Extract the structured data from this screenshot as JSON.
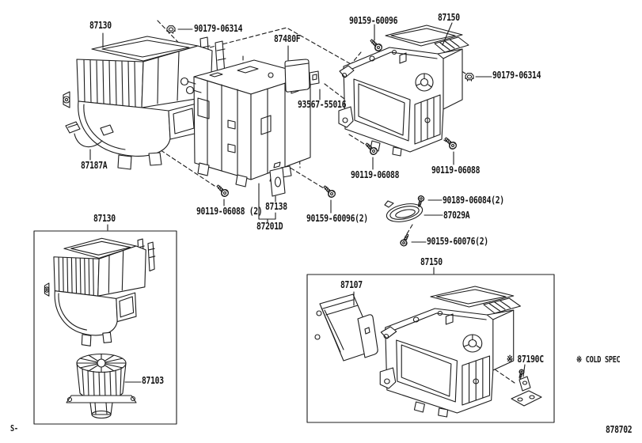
{
  "diagram_type": "exploded-parts-diagram",
  "colors": {
    "line": "#1c1c1c",
    "background": "#ffffff",
    "text": "#151515"
  },
  "callouts": [
    {
      "id": "blower-assembly-main",
      "text": "87130"
    },
    {
      "id": "bolt-top",
      "text": "90179-06314"
    },
    {
      "id": "relay",
      "text": "87480F"
    },
    {
      "id": "screw-case-top",
      "text": "90159-60096"
    },
    {
      "id": "heater-case-main",
      "text": "87150"
    },
    {
      "id": "bolt-right",
      "text": "90179-06314"
    },
    {
      "id": "screw-relay",
      "text": "93567-55016"
    },
    {
      "id": "wire-harness",
      "text": "87187A"
    },
    {
      "id": "screw-case-lower-left",
      "text": "90119-06088"
    },
    {
      "id": "screw-case-lower-right",
      "text": "90119-06088"
    },
    {
      "id": "screw-unit-bottom",
      "text": "90119-06088 (2)"
    },
    {
      "id": "bracket",
      "text": "87138"
    },
    {
      "id": "heater-unit-subassembly",
      "text": "87201D"
    },
    {
      "id": "screw-unit-right",
      "text": "90159-60096(2)"
    },
    {
      "id": "screw-packing",
      "text": "90189-06084(2)"
    },
    {
      "id": "packing-plate",
      "text": "87029A"
    },
    {
      "id": "screw-packing-lower",
      "text": "90159-60076(2)"
    },
    {
      "id": "blower-assembly-detail",
      "text": "87130"
    },
    {
      "id": "blower-motor",
      "text": "87103"
    },
    {
      "id": "heater-case-detail",
      "text": "87150"
    },
    {
      "id": "radiator-core",
      "text": "87107"
    },
    {
      "id": "clamp-cold-spec",
      "text": "※ 87190C"
    }
  ],
  "notes": {
    "cold_spec": "※ COLD SPEC"
  },
  "footer": {
    "code": "878702",
    "sheet": "S-"
  }
}
